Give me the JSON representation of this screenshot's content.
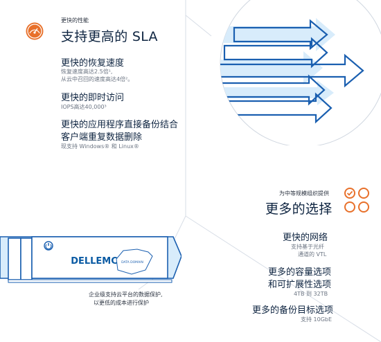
{
  "performance": {
    "kicker": "更快的性能",
    "title": "支持更高的 SLA",
    "icon": "gauge-icon",
    "items": [
      {
        "title": "更快的恢复速度",
        "lines": [
          "恢复速度高达2.5倍¹,",
          "从云中召回的速度高达4倍²。"
        ]
      },
      {
        "title": "更快的即时访问",
        "lines": [
          "IOPS高达40,000³"
        ]
      },
      {
        "title": "更快的应用程序直接备份结合",
        "title2": "客户端重复数据删除",
        "lines": [
          "现支持 Windows® 和 Linux®"
        ]
      }
    ]
  },
  "choice": {
    "kicker": "为中等规模组织提供",
    "title": "更多的选择",
    "icon": "options-grid-icon",
    "items": [
      {
        "title": "更快的网络",
        "lines": [
          "支持基于光纤",
          "通道的 VTL"
        ]
      },
      {
        "title": "更多的容量选项",
        "title2": "和可扩展性选项",
        "lines": [
          "4TB 到 32TB"
        ]
      },
      {
        "title": "更多的备份目标选项",
        "lines": [
          "支持 10GbE"
        ]
      }
    ]
  },
  "appliance": {
    "brand": "DELLEMC",
    "badge": "DATA DOMAIN",
    "caption_lines": [
      "企业级支持云平台的数据保护,",
      "以更低的成本进行保护"
    ]
  },
  "colors": {
    "accent_orange": "#e8702a",
    "brand_blue": "#0a5aa3",
    "arrow_blue": "#1a5fb0",
    "light_blue": "#d8ecfb",
    "navy": "#0e2440"
  }
}
